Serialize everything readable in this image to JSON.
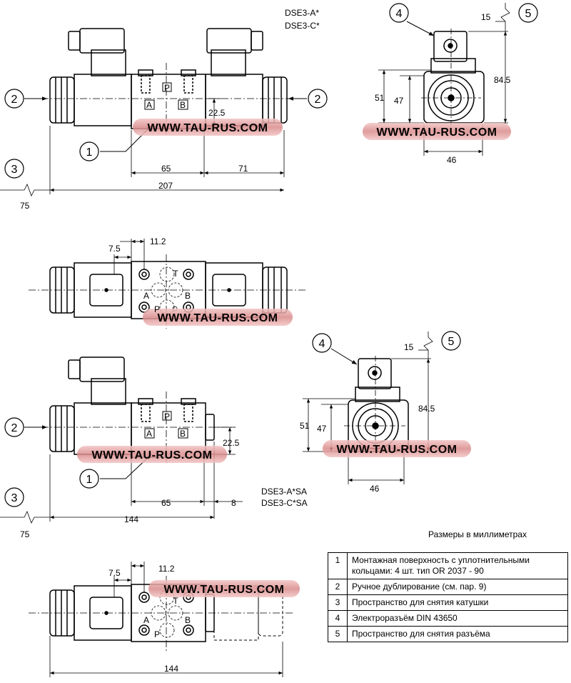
{
  "watermark": "WWW.TAU-RUS.COM",
  "models": {
    "top": [
      "DSE3-A*",
      "DSE3-C*"
    ],
    "mid": [
      "DSE3-A*SA",
      "DSE3-C*SA"
    ]
  },
  "ports": {
    "A": "A",
    "B": "B",
    "P": "P",
    "T": "T"
  },
  "callouts": [
    "1",
    "2",
    "3",
    "4",
    "5"
  ],
  "dims": {
    "top_front": {
      "d65": "65",
      "d71": "71",
      "d207": "207",
      "d75": "75",
      "d22_5": "22.5"
    },
    "top_side": {
      "d15": "15",
      "d84_5": "84.5",
      "d51": "51",
      "d47": "47",
      "d46": "46"
    },
    "top_plan": {
      "d7_5": "7.5",
      "d11_2": "11.2"
    },
    "mid_front": {
      "d65": "65",
      "d8": "8",
      "d144": "144",
      "d75": "75",
      "d22_5": "22.5"
    },
    "mid_side": {
      "d15": "15",
      "d84_5": "84.5",
      "d51": "51",
      "d47": "47",
      "d46": "46"
    },
    "bot_plan": {
      "d7_5": "7.5",
      "d11_2": "11.2",
      "d144": "144"
    }
  },
  "legend": {
    "note": "Размеры в миллиметрах",
    "rows": [
      {
        "n": "1",
        "text": "Монтажная поверхность с уплотнительными кольцами: 4 шт. тип OR 2037 - 90"
      },
      {
        "n": "2",
        "text": "Ручное дублирование (см. пар. 9)"
      },
      {
        "n": "3",
        "text": "Пространство для снятия катушки"
      },
      {
        "n": "4",
        "text": "Электроразъём DIN 43650"
      },
      {
        "n": "5",
        "text": "Пространство для снятия разъёма"
      }
    ]
  }
}
